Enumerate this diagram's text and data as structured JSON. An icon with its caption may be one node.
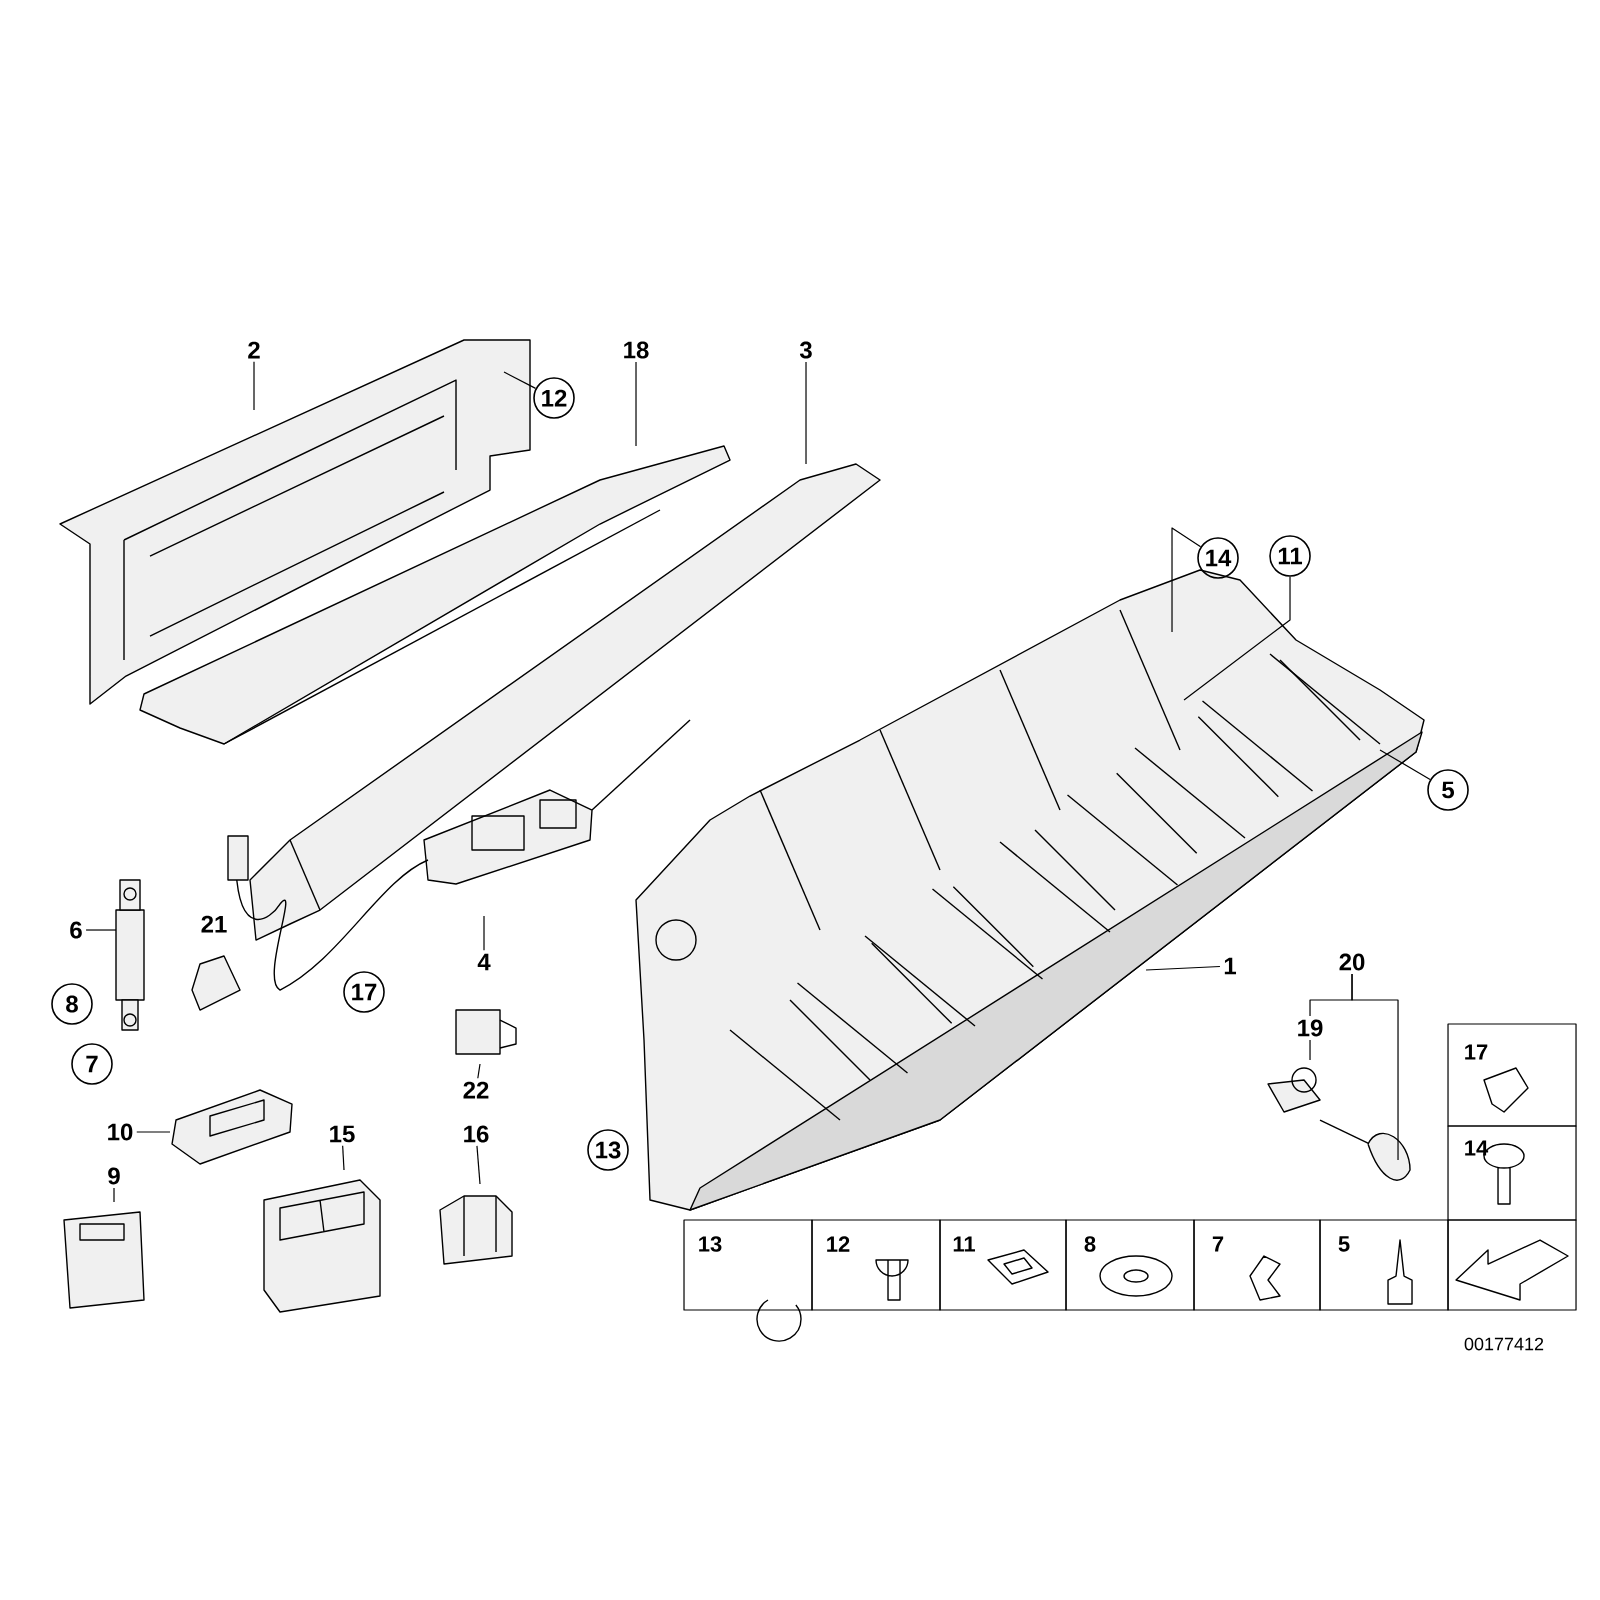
{
  "diagram": {
    "nodes": [
      {
        "text": [
          "2"
        ]
      },
      {
        "text": [
          "18"
        ]
      },
      {
        "text": [
          "3"
        ]
      },
      {
        "text": [
          "12"
        ]
      },
      {
        "text": [
          "14"
        ]
      },
      {
        "text": [
          "11"
        ]
      },
      {
        "text": [
          "5"
        ]
      },
      {
        "text": [
          "1"
        ]
      },
      {
        "text": [
          "20"
        ]
      },
      {
        "text": [
          "6"
        ]
      },
      {
        "text": [
          "4"
        ]
      },
      {
        "text": [
          "17"
        ]
      },
      {
        "text": [
          "8"
        ]
      },
      {
        "text": [
          "19"
        ]
      },
      {
        "text": [
          "7"
        ]
      },
      {
        "text": [
          "22"
        ]
      },
      {
        "text": [
          "10"
        ]
      },
      {
        "text": [
          "15"
        ]
      },
      {
        "text": [
          "16"
        ]
      },
      {
        "text": [
          "13"
        ]
      },
      {
        "text": [
          "9"
        ]
      }
    ],
    "edges": [
      {
        "from": 0,
        "to": null,
        "arrow": "none"
      },
      {
        "from": 1,
        "to": null,
        "arrow": "none"
      },
      {
        "from": 2,
        "to": null,
        "arrow": "none"
      },
      {
        "from": 3,
        "to": null,
        "arrow": "none"
      },
      {
        "from": 4,
        "to": null,
        "arrow": "none"
      },
      {
        "from": 5,
        "to": null,
        "arrow": "none"
      },
      {
        "from": 6,
        "to": null,
        "arrow": "none"
      },
      {
        "from": 7,
        "to": null,
        "arrow": "none"
      },
      {
        "from": 8,
        "to": 13,
        "arrow": "none"
      },
      {
        "from": 8,
        "to": null,
        "arrow": "none"
      },
      {
        "from": 9,
        "to": null,
        "arrow": "none"
      },
      {
        "from": 10,
        "to": null,
        "arrow": "none"
      },
      {
        "from": 13,
        "to": null,
        "arrow": "none"
      },
      {
        "from": 15,
        "to": null,
        "arrow": "none"
      },
      {
        "from": 16,
        "to": null,
        "arrow": "none"
      },
      {
        "from": 17,
        "to": null,
        "arrow": "none"
      },
      {
        "from": 18,
        "to": null,
        "arrow": "none"
      },
      {
        "from": 20,
        "to": null,
        "arrow": "none"
      }
    ],
    "labels": [
      "21",
      "17",
      "14",
      "13",
      "12",
      "11",
      "8",
      "7",
      "5",
      "00177412"
    ]
  }
}
